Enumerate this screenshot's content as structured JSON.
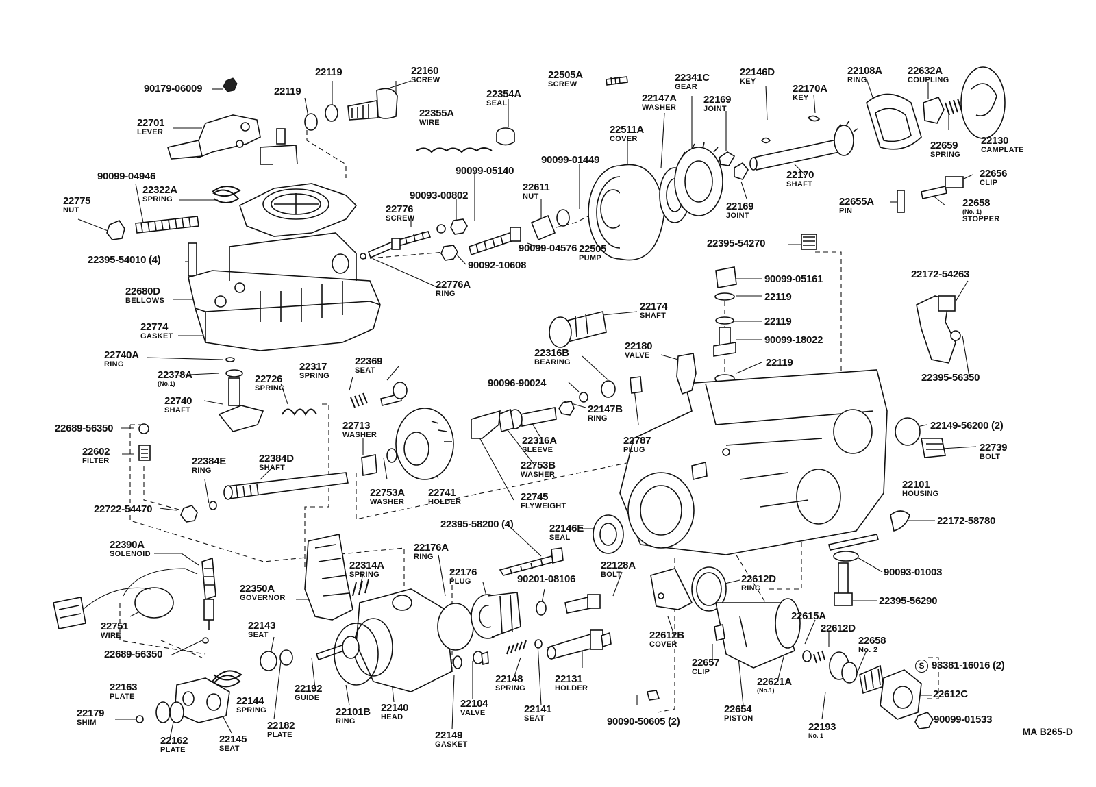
{
  "diagram": {
    "reference_code": "MA B265-D",
    "special_mark": "S",
    "parts": [
      {
        "part_no": "90179-06009",
        "name": ""
      },
      {
        "part_no": "22119",
        "name": ""
      },
      {
        "part_no": "22119",
        "name": ""
      },
      {
        "part_no": "22160",
        "name": "SCREW"
      },
      {
        "part_no": "22701",
        "name": "LEVER"
      },
      {
        "part_no": "22355A",
        "name": "WIRE"
      },
      {
        "part_no": "22354A",
        "name": "SEAL"
      },
      {
        "part_no": "22505A",
        "name": "SCREW"
      },
      {
        "part_no": "22341C",
        "name": "GEAR"
      },
      {
        "part_no": "22147A",
        "name": "WASHER"
      },
      {
        "part_no": "22146D",
        "name": "KEY"
      },
      {
        "part_no": "22169",
        "name": "JOINT"
      },
      {
        "part_no": "22108A",
        "name": "RING"
      },
      {
        "part_no": "22632A",
        "name": "COUPLING"
      },
      {
        "part_no": "22170A",
        "name": "KEY"
      },
      {
        "part_no": "22511A",
        "name": "COVER"
      },
      {
        "part_no": "22130",
        "name": "CAMPLATE"
      },
      {
        "part_no": "22659",
        "name": "SPRING"
      },
      {
        "part_no": "90099-04946",
        "name": ""
      },
      {
        "part_no": "90099-05140",
        "name": ""
      },
      {
        "part_no": "90099-01449",
        "name": ""
      },
      {
        "part_no": "22322A",
        "name": "SPRING"
      },
      {
        "part_no": "22775",
        "name": "NUT"
      },
      {
        "part_no": "90093-00802",
        "name": ""
      },
      {
        "part_no": "22611",
        "name": "NUT"
      },
      {
        "part_no": "22170",
        "name": "SHAFT"
      },
      {
        "part_no": "22656",
        "name": "CLIP"
      },
      {
        "part_no": "22655A",
        "name": "PIN"
      },
      {
        "part_no": "22658",
        "name": "STOPPER",
        "suffix": "(No. 1)"
      },
      {
        "part_no": "22169",
        "name": "JOINT"
      },
      {
        "part_no": "22776",
        "name": "SCREW"
      },
      {
        "part_no": "90099-04576",
        "name": ""
      },
      {
        "part_no": "22395-54010 (4)",
        "name": ""
      },
      {
        "part_no": "90092-10608",
        "name": ""
      },
      {
        "part_no": "22505",
        "name": "PUMP"
      },
      {
        "part_no": "22395-54270",
        "name": ""
      },
      {
        "part_no": "22776A",
        "name": "RING"
      },
      {
        "part_no": "22680D",
        "name": "BELLOWS"
      },
      {
        "part_no": "90099-05161",
        "name": ""
      },
      {
        "part_no": "22172-54263",
        "name": ""
      },
      {
        "part_no": "22119",
        "name": ""
      },
      {
        "part_no": "22174",
        "name": "SHAFT"
      },
      {
        "part_no": "22774",
        "name": "GASKET"
      },
      {
        "part_no": "22119",
        "name": ""
      },
      {
        "part_no": "90099-18022",
        "name": ""
      },
      {
        "part_no": "22180",
        "name": "VALVE"
      },
      {
        "part_no": "22316B",
        "name": "BEARING"
      },
      {
        "part_no": "22740A",
        "name": "RING"
      },
      {
        "part_no": "22119",
        "name": ""
      },
      {
        "part_no": "22395-56350",
        "name": ""
      },
      {
        "part_no": "22369",
        "name": "SEAT"
      },
      {
        "part_no": "22317",
        "name": "SPRING"
      },
      {
        "part_no": "22378A",
        "name": "",
        "suffix": "(No.1)"
      },
      {
        "part_no": "22726",
        "name": "SPRING"
      },
      {
        "part_no": "90096-90024",
        "name": ""
      },
      {
        "part_no": "22740",
        "name": "SHAFT"
      },
      {
        "part_no": "22147B",
        "name": "RING"
      },
      {
        "part_no": "22149-56200 (2)",
        "name": ""
      },
      {
        "part_no": "22689-56350",
        "name": ""
      },
      {
        "part_no": "22713",
        "name": "WASHER"
      },
      {
        "part_no": "22787",
        "name": "PLUG"
      },
      {
        "part_no": "22316A",
        "name": "SLEEVE"
      },
      {
        "part_no": "22739",
        "name": "BOLT"
      },
      {
        "part_no": "22602",
        "name": "FILTER"
      },
      {
        "part_no": "22753B",
        "name": "WASHER"
      },
      {
        "part_no": "22384E",
        "name": "RING"
      },
      {
        "part_no": "22384D",
        "name": "SHAFT"
      },
      {
        "part_no": "22101",
        "name": "HOUSING"
      },
      {
        "part_no": "22753A",
        "name": "WASHER"
      },
      {
        "part_no": "22741",
        "name": "HOLDER"
      },
      {
        "part_no": "22745",
        "name": "FLYWEIGHT"
      },
      {
        "part_no": "22722-54470",
        "name": ""
      },
      {
        "part_no": "22395-58200 (4)",
        "name": ""
      },
      {
        "part_no": "22146E",
        "name": "SEAL"
      },
      {
        "part_no": "22172-58780",
        "name": ""
      },
      {
        "part_no": "22390A",
        "name": "SOLENOID"
      },
      {
        "part_no": "22176A",
        "name": "RING"
      },
      {
        "part_no": "22314A",
        "name": "SPRING"
      },
      {
        "part_no": "22128A",
        "name": "BOLT"
      },
      {
        "part_no": "90093-01003",
        "name": ""
      },
      {
        "part_no": "22176",
        "name": "PLUG"
      },
      {
        "part_no": "90201-08106",
        "name": ""
      },
      {
        "part_no": "22612D",
        "name": "RING"
      },
      {
        "part_no": "22350A",
        "name": "GOVERNOR"
      },
      {
        "part_no": "22395-56290",
        "name": ""
      },
      {
        "part_no": "22615A",
        "name": ""
      },
      {
        "part_no": "22612D",
        "name": ""
      },
      {
        "part_no": "22751",
        "name": "WIRE"
      },
      {
        "part_no": "22143",
        "name": "SEAT"
      },
      {
        "part_no": "22612B",
        "name": "COVER"
      },
      {
        "part_no": "22658",
        "name": "No. 2"
      },
      {
        "part_no": "22148",
        "name": "SPRING"
      },
      {
        "part_no": "22131",
        "name": "HOLDER"
      },
      {
        "part_no": "22657",
        "name": "CLIP"
      },
      {
        "part_no": "22689-56350",
        "name": ""
      },
      {
        "part_no": "93381-16016 (2)",
        "name": ""
      },
      {
        "part_no": "22621A",
        "name": "",
        "suffix": "(No.1)"
      },
      {
        "part_no": "22612C",
        "name": ""
      },
      {
        "part_no": "22192",
        "name": "GUIDE"
      },
      {
        "part_no": "22163",
        "name": "PLATE"
      },
      {
        "part_no": "22144",
        "name": "SPRING"
      },
      {
        "part_no": "22104",
        "name": "VALVE"
      },
      {
        "part_no": "22141",
        "name": "SEAT"
      },
      {
        "part_no": "22654",
        "name": "PISTON"
      },
      {
        "part_no": "90099-01533",
        "name": ""
      },
      {
        "part_no": "22101B",
        "name": "RING"
      },
      {
        "part_no": "22140",
        "name": "HEAD"
      },
      {
        "part_no": "22193",
        "name": "No. 1"
      },
      {
        "part_no": "22179",
        "name": "SHIM"
      },
      {
        "part_no": "22182",
        "name": "PLATE"
      },
      {
        "part_no": "90090-50605 (2)",
        "name": ""
      },
      {
        "part_no": "22162",
        "name": "PLATE"
      },
      {
        "part_no": "22145",
        "name": "SEAT"
      },
      {
        "part_no": "22149",
        "name": "GASKET"
      }
    ]
  }
}
